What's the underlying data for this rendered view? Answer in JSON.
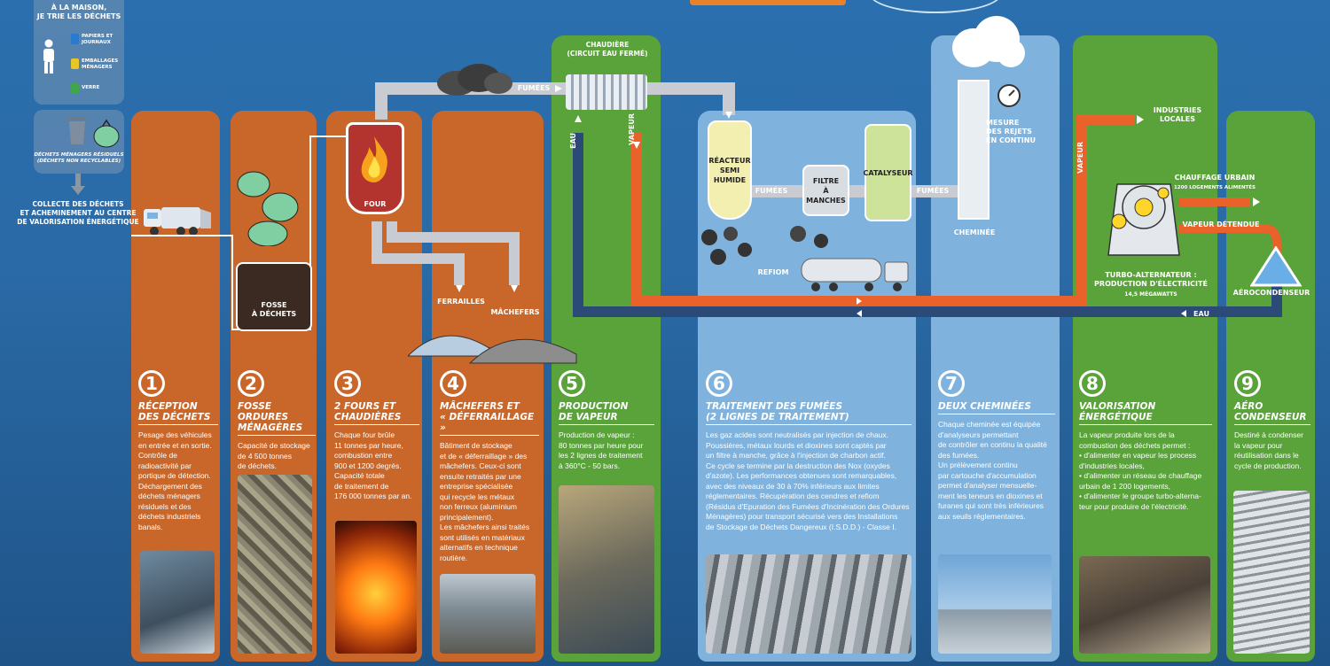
{
  "home": {
    "title": "À LA MAISON,\nJE TRIE LES DÉCHETS",
    "bins": [
      "PAPIERS ET JOURNAUX",
      "EMBALLAGES MÉNAGERS",
      "VERRE"
    ],
    "residual": "DÉCHETS MÉNAGERS RÉSIDUELS\n(DÉCHETS NON RECYCLABLES)",
    "collect": "COLLECTE DES DÉCHETS\nET ACHEMINEMENT AU CENTRE\nDE VALORISATION ÉNERGÉTIQUE"
  },
  "diagram": {
    "fosse": "FOSSE\nÀ DÉCHETS",
    "four": "FOUR",
    "fumees_top": "FUMÉES",
    "chaudiere": "CHAUDIÈRE\n(CIRCUIT EAU FERMÉ)",
    "eau_left": "EAU",
    "vapeur_left": "VAPEUR",
    "ferrailles": "FERRAILLES",
    "machefers": "MÂCHEFERS",
    "reacteur": "RÉACTEUR\nSEMI\nHUMIDE",
    "fumees_mid": "FUMÉES",
    "filtre": "FILTRE\nÀ\nMANCHES",
    "catalyseur": "CATALYSEUR",
    "fumees_right": "FUMÉES",
    "refiom": "REFIOM",
    "cheminee": "CHEMINÉE",
    "mesure": "MESURE\nDES REJETS\nEN CONTINU",
    "vapeur_right": "VAPEUR",
    "industries": "INDUSTRIES\nLOCALES",
    "chauffage": "CHAUFFAGE URBAIN",
    "chauffage_sub": "1200 LOGEMENTS ALIMENTÉS",
    "vapeur_detendue": "VAPEUR DÉTENDUE",
    "turbo": "TURBO-ALTERNATEUR :\nPRODUCTION D'ÉLECTRICITÉ",
    "turbo_sub": "14,5 MÉGAWATTS",
    "aerocondenseur": "AÉROCONDENSEUR",
    "eau_bottom": "EAU"
  },
  "steps": [
    {
      "num": "1",
      "title": "Réception\ndes déchets",
      "body": "Pesage des véhicules\nen entrée et en sortie.\nContrôle de\nradioactivité par\nportique de détection.\nDéchargement des\ndéchets ménagers\nrésiduels et des\ndéchets industriels\nbanals."
    },
    {
      "num": "2",
      "title": "Fosse ordures\nménagères",
      "body": "Capacité de stockage\nde 4 500 tonnes\nde déchets."
    },
    {
      "num": "3",
      "title": "2 fours et\nchaudières",
      "body": "Chaque four brûle\n11 tonnes par heure,\ncombustion entre\n900 et 1200 degrés.\nCapacité totale\nde traitement de\n176 000 tonnes par an."
    },
    {
      "num": "4",
      "title": "Mâchefers et\n« déferraillage »",
      "body": "Bâtiment de stockage\net de « déferraillage » des\nmâchefers. Ceux-ci sont\nensuite retraités par une\nentreprise spécialisée\nqui recycle les métaux\nnon ferreux (aluminium\nprincipalement).\nLes mâchefers ainsi traités\nsont utilisés en matériaux\nalternatifs en technique\nroutière."
    },
    {
      "num": "5",
      "title": "Production\nde vapeur",
      "body": "Production de vapeur :\n80 tonnes par heure pour\nles 2 lignes de traitement\nà 360°C - 50 bars."
    },
    {
      "num": "6",
      "title": "Traitement des fumées\n(2 lignes de traitement)",
      "body": "Les gaz acides sont neutralisés par injection de chaux.\nPoussières, métaux lourds et dioxines sont captés par\nun filtre à manche, grâce à l'injection de charbon actif.\nCe cycle se termine par la destruction des Nox (oxydes\nd'azote). Les performances obtenues sont remarquables,\navec des niveaux de 30 à 70% inférieurs aux limites\nréglementaires. Récupération des cendres et refiom\n(Résidus d'Epuration des Fumées d'Incinération des Ordures\nMénagères) pour transport sécurisé vers des Installations\nde Stockage de Déchets Dangereux (I.S.D.D.) - Classe I."
    },
    {
      "num": "7",
      "title": "Deux cheminées",
      "body": "Chaque cheminée est équipée\nd'analyseurs permettant\nde contrôler en continu la qualité\ndes fumées.\nUn prélèvement continu\npar cartouche d'accumulation\npermet d'analyser mensuelle-\nment les teneurs en dioxines et\nfuranes qui sont très inférieures\naux seuils réglementaires."
    },
    {
      "num": "8",
      "title": "Valorisation énergétique",
      "body": "La vapeur produite lors de la\ncombustion des déchets permet :\n• d'alimenter en vapeur les process\n  d'industries locales,\n• d'alimenter un réseau de chauffage\n  urbain de 1 200 logements,\n• d'alimenter le groupe turbo-alterna-\n  teur pour produire de l'électricité."
    },
    {
      "num": "9",
      "title": "Aéro\ncondenseur",
      "body": "Destiné à condenser\nla vapeur pour\nréutilisation dans le\ncycle de production."
    }
  ],
  "colors": {
    "orange": "#c9672a",
    "green": "#5aa23a",
    "lightblue": "#7fb3dd",
    "pipe_orange": "#e8622a",
    "pipe_gray": "#c8ccd2",
    "pipe_navy": "#2c4a78"
  },
  "icons": [
    "person-icon",
    "recycle-bin-icon",
    "trash-can-icon",
    "garbage-bag-icon",
    "garbage-truck-icon",
    "flame-icon",
    "cloud-icon",
    "gauge-icon",
    "tanker-truck-icon",
    "turbine-icon",
    "triangle-condenser-icon"
  ]
}
